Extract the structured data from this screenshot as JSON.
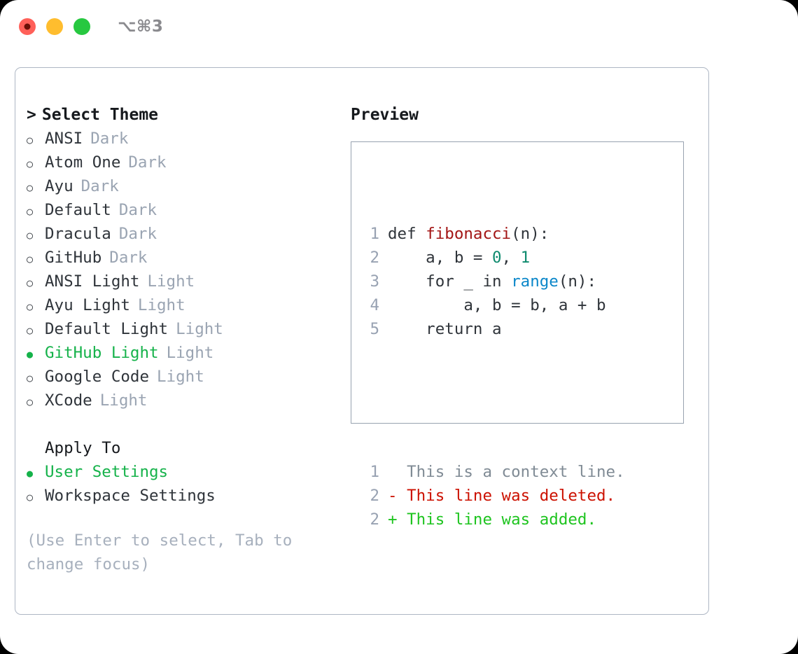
{
  "titlebar": {
    "shortcut": "⌥⌘3",
    "dots": [
      {
        "name": "close-dot",
        "color": "#ff6059",
        "recording": true
      },
      {
        "name": "minimize-dot",
        "color": "#ffbd2e",
        "recording": false
      },
      {
        "name": "maximize-dot",
        "color": "#27c840",
        "recording": false
      }
    ]
  },
  "theme_picker": {
    "heading": "Select Theme",
    "caret": ">",
    "marker_unselected": "○",
    "marker_selected": "●",
    "accent_color": "#15b24a",
    "items": [
      {
        "name": "ANSI",
        "category": "Dark",
        "selected": false
      },
      {
        "name": "Atom One",
        "category": "Dark",
        "selected": false
      },
      {
        "name": "Ayu",
        "category": "Dark",
        "selected": false
      },
      {
        "name": "Default",
        "category": "Dark",
        "selected": false
      },
      {
        "name": "Dracula",
        "category": "Dark",
        "selected": false
      },
      {
        "name": "GitHub",
        "category": "Dark",
        "selected": false
      },
      {
        "name": "ANSI Light",
        "category": "Light",
        "selected": false
      },
      {
        "name": "Ayu Light",
        "category": "Light",
        "selected": false
      },
      {
        "name": "Default Light",
        "category": "Light",
        "selected": false
      },
      {
        "name": "GitHub Light",
        "category": "Light",
        "selected": true
      },
      {
        "name": "Google Code",
        "category": "Light",
        "selected": false
      },
      {
        "name": "XCode",
        "category": "Light",
        "selected": false
      }
    ]
  },
  "apply_to": {
    "heading": "Apply To",
    "items": [
      {
        "name": "User Settings",
        "selected": true
      },
      {
        "name": "Workspace Settings",
        "selected": false
      }
    ]
  },
  "hint": "(Use Enter to select, Tab to change focus)",
  "preview": {
    "heading": "Preview",
    "code_lines": [
      {
        "number": "1",
        "parts": [
          {
            "text": "def ",
            "kind": "plain"
          },
          {
            "text": "fibonacci",
            "kind": "fn"
          },
          {
            "text": "(n):",
            "kind": "plain"
          }
        ]
      },
      {
        "number": "2",
        "parts": [
          {
            "text": "    a, b = ",
            "kind": "plain"
          },
          {
            "text": "0",
            "kind": "num"
          },
          {
            "text": ", ",
            "kind": "plain"
          },
          {
            "text": "1",
            "kind": "num"
          }
        ]
      },
      {
        "number": "3",
        "parts": [
          {
            "text": "    for _ in ",
            "kind": "plain"
          },
          {
            "text": "range",
            "kind": "call"
          },
          {
            "text": "(n):",
            "kind": "plain"
          }
        ]
      },
      {
        "number": "4",
        "parts": [
          {
            "text": "        a, b = b, a + b",
            "kind": "plain"
          }
        ]
      },
      {
        "number": "5",
        "parts": [
          {
            "text": "    return a",
            "kind": "plain"
          }
        ]
      }
    ],
    "diff_lines": [
      {
        "number": "1",
        "sign": " ",
        "text": "This is a context line.",
        "kind": "context"
      },
      {
        "number": "2",
        "sign": "-",
        "text": "This line was deleted.",
        "kind": "deleted"
      },
      {
        "number": "2",
        "sign": "+",
        "text": "This line was added.",
        "kind": "added"
      }
    ]
  }
}
